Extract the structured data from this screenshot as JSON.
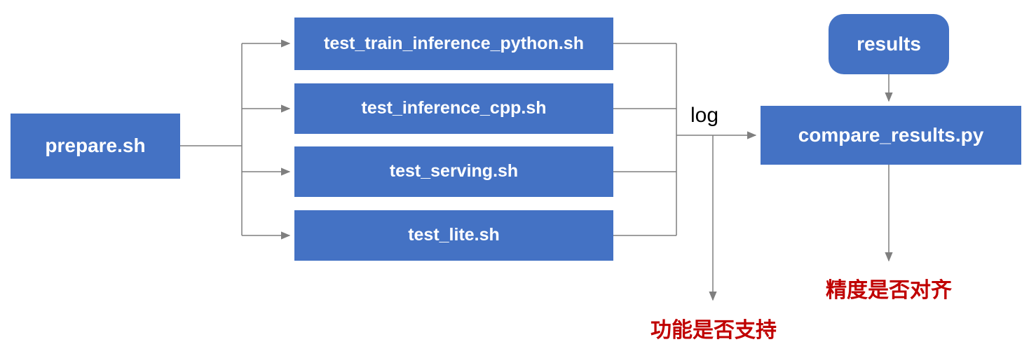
{
  "diagram": {
    "prepare_label": "prepare.sh",
    "tests": [
      {
        "label": "test_train_inference_python.sh"
      },
      {
        "label": "test_inference_cpp.sh"
      },
      {
        "label": "test_serving.sh"
      },
      {
        "label": "test_lite.sh"
      }
    ],
    "log_label": "log",
    "compare_label": "compare_results.py",
    "results_label": "results",
    "outcomes": {
      "function_support": "功能是否支持",
      "precision_aligned": "精度是否对齐"
    },
    "colors": {
      "box_fill": "#4472C4",
      "box_text": "#FFFFFF",
      "arrow": "#7F7F7F",
      "outcome_text": "#C00000",
      "log_text": "#000000",
      "background": "#FFFFFF"
    }
  }
}
